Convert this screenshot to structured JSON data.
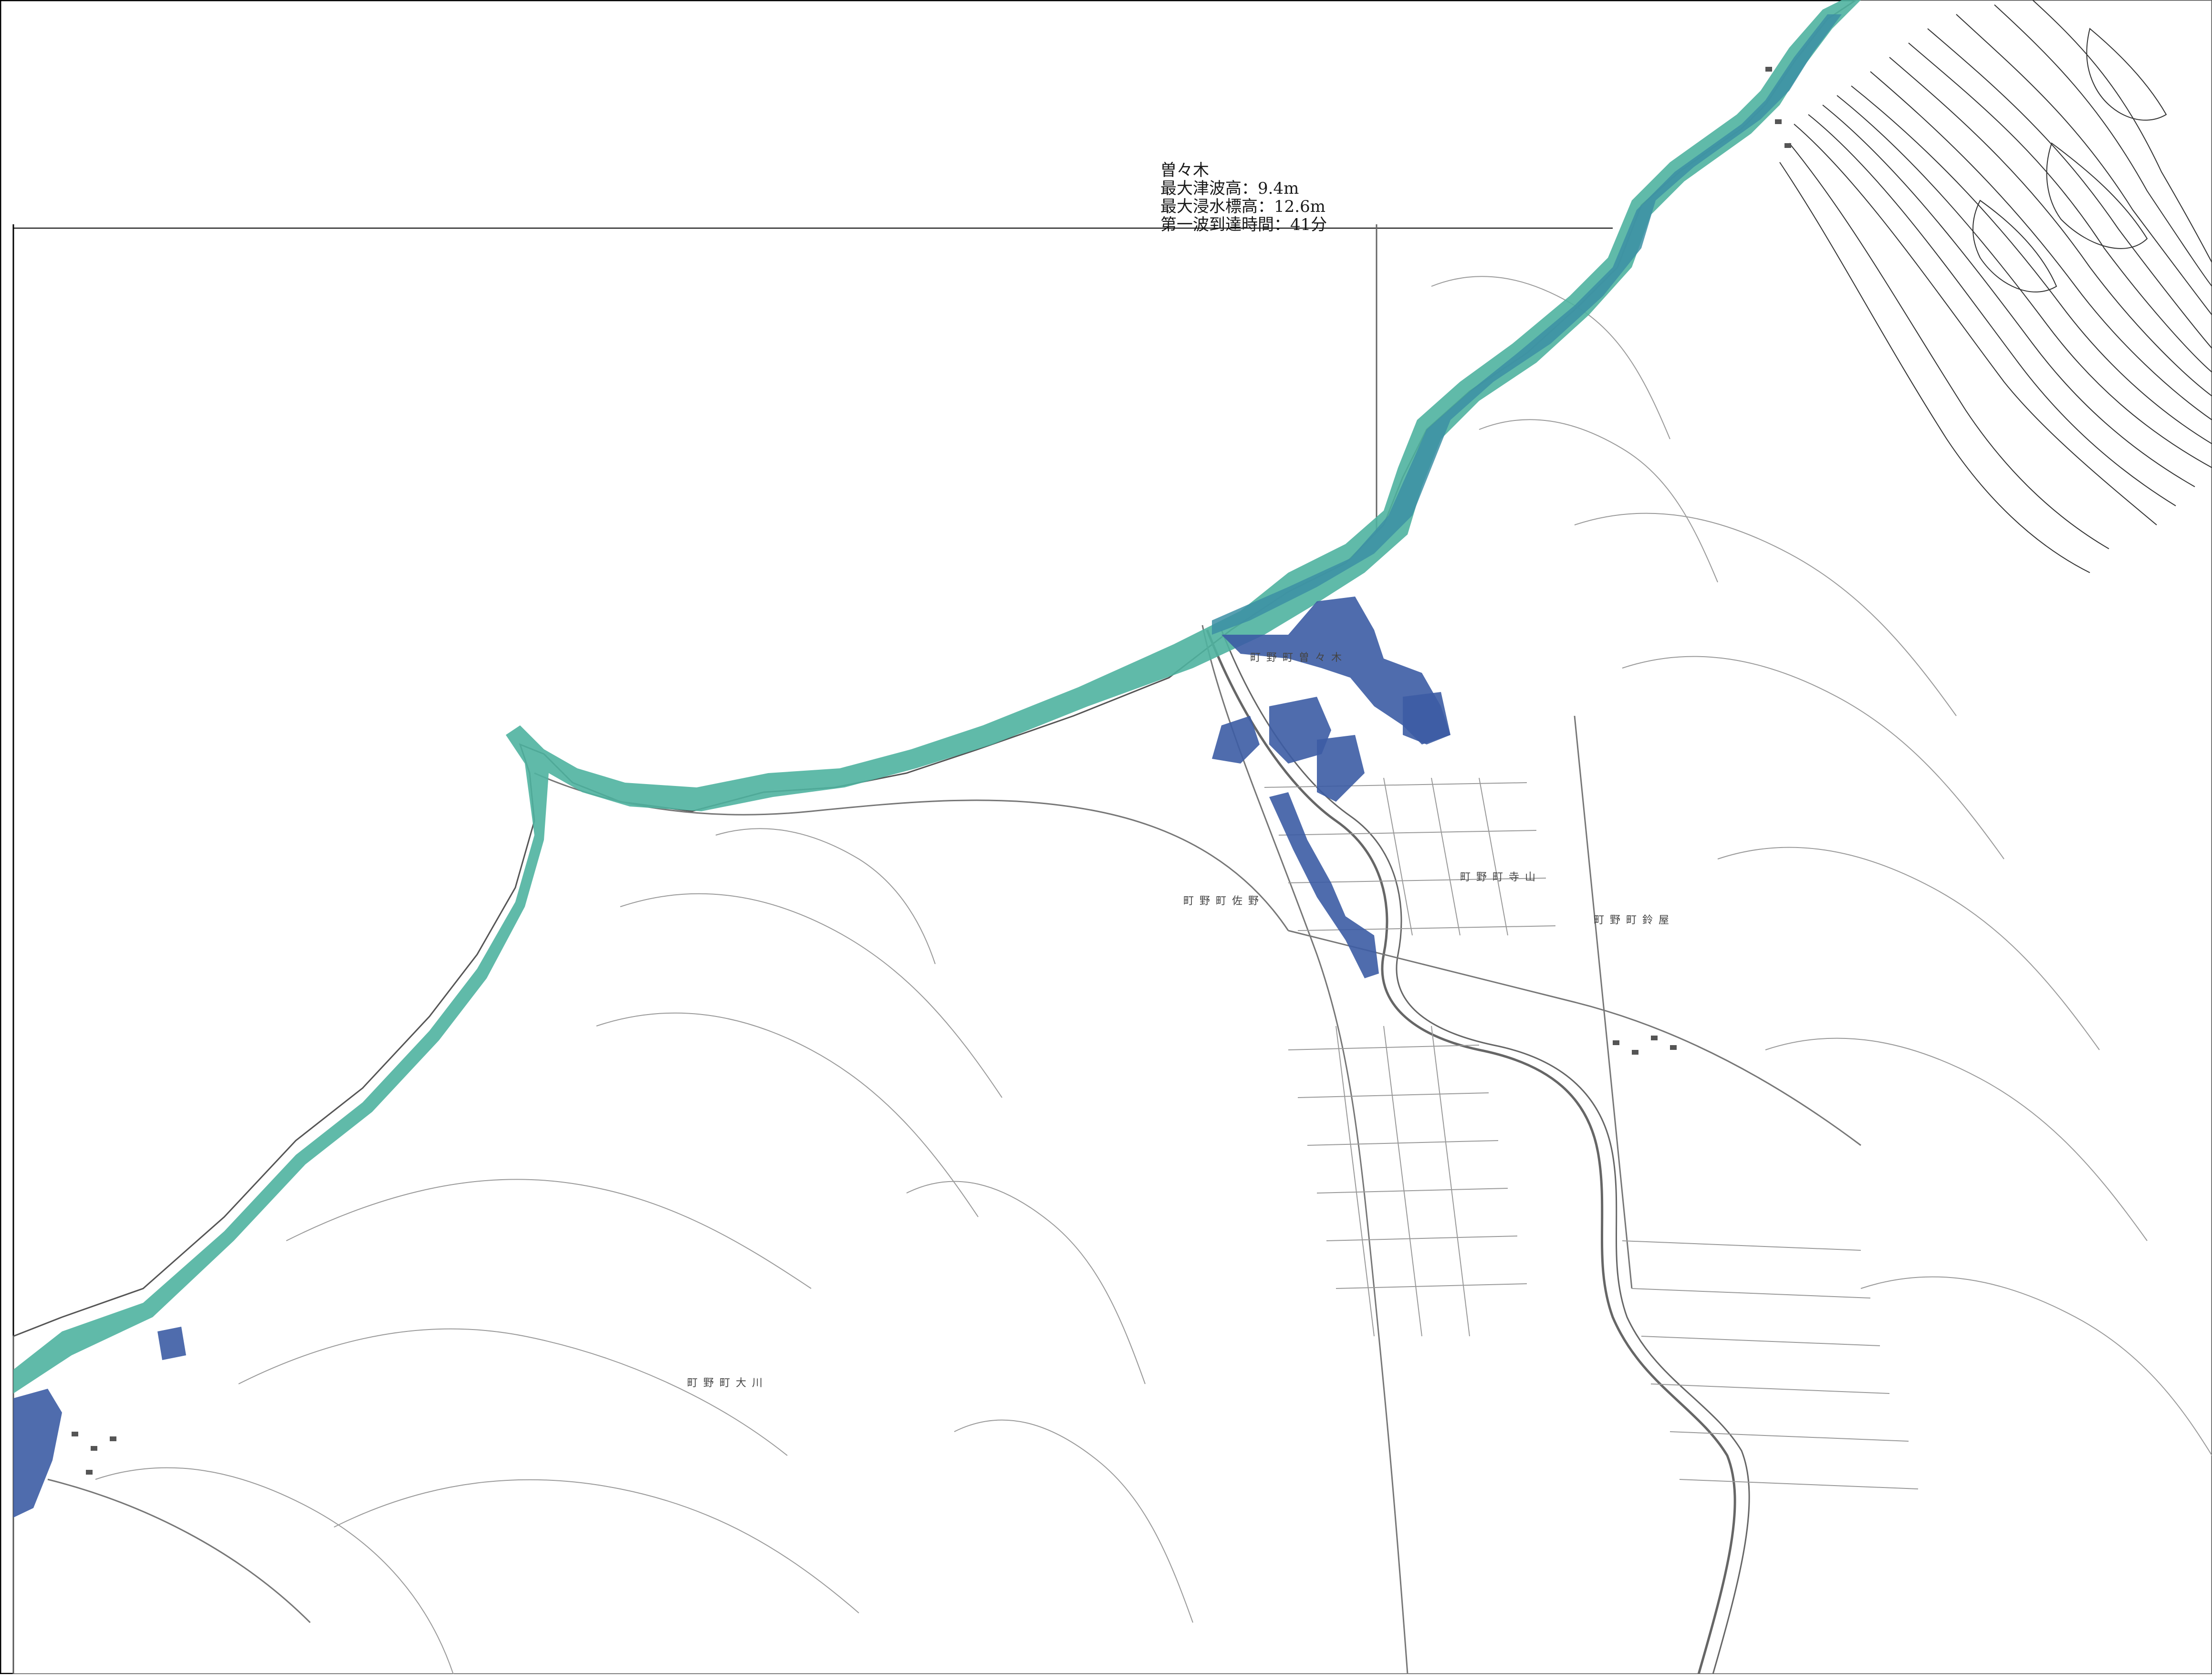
{
  "info": {
    "location": "曽々木",
    "max_tsunami_height": "最大津波高：9.4m",
    "max_inundation_elevation": "最大浸水標高：12.6m",
    "first_wave_arrival": "第一波到達時間：41分"
  },
  "place_labels": [
    "町野町大川",
    "町野町寺山",
    "町野町佐野",
    "町野町鈴屋",
    "町野町曽々木"
  ],
  "colors": {
    "sea": "#ffffff",
    "land_line": "#555555",
    "inundation_shallow": "#4fb3a0",
    "inundation_mid": "#3c8fa4",
    "inundation_deep": "#3c5ca4",
    "road": "#777777"
  }
}
